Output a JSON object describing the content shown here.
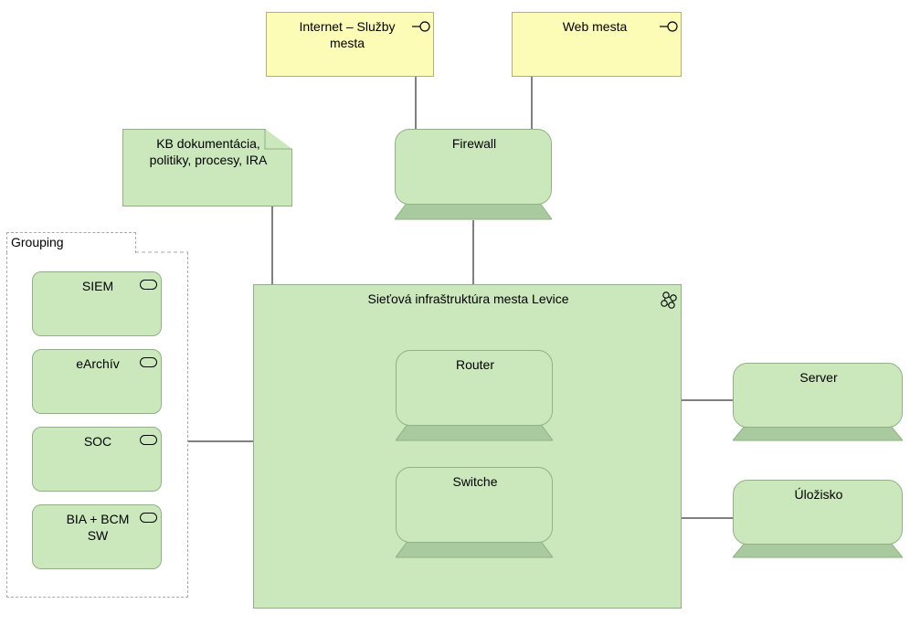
{
  "diagram": {
    "interfaces": [
      {
        "id": "internet",
        "label": "Internet – Služby\nmesta",
        "icon": "interface-icon"
      },
      {
        "id": "web",
        "label": "Web mesta",
        "icon": "interface-icon"
      }
    ],
    "note": {
      "label": "KB dokumentácia,\npolitiky, procesy, IRA"
    },
    "firewall": {
      "label": "Firewall",
      "icon": "device-icon"
    },
    "group": {
      "title": "Grouping",
      "services": [
        {
          "label": "SIEM",
          "icon": "application-service-icon"
        },
        {
          "label": "eArchív",
          "icon": "application-service-icon"
        },
        {
          "label": "SOC",
          "icon": "application-service-icon"
        },
        {
          "label": "BIA + BCM\nSW",
          "icon": "application-service-icon"
        }
      ]
    },
    "network": {
      "title": "Sieťová infraštruktúra mesta Levice",
      "icon": "communication-network-icon",
      "devices": [
        {
          "label": "Router",
          "icon": "device-icon"
        },
        {
          "label": "Switche",
          "icon": "device-icon"
        }
      ]
    },
    "right_devices": [
      {
        "label": "Server",
        "icon": "device-icon"
      },
      {
        "label": "Úložisko",
        "icon": "device-icon"
      }
    ],
    "colors": {
      "interface_fill": "#fdfcb6",
      "element_fill": "#cbe8bc",
      "device_base": "#a9c99e",
      "connector": "#000000"
    }
  }
}
